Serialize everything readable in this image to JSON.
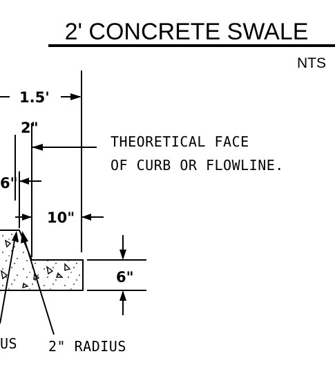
{
  "title": "2' CONCRETE SWALE",
  "scale_note": "NTS",
  "dimensions": {
    "top_width": "1.5'",
    "offset_2in": "2\"",
    "partial_6in": "6\"",
    "ten_inch": "10\"",
    "thickness": "6\""
  },
  "callouts": {
    "face_line1": "THEORETICAL FACE",
    "face_line2": "OF CURB OR FLOWLINE.",
    "radius_left": "US",
    "radius_right": "2\" RADIUS"
  }
}
